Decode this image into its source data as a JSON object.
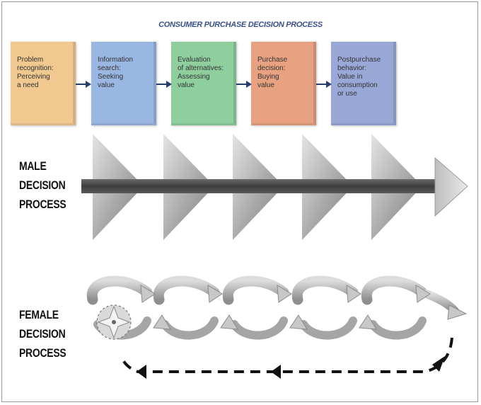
{
  "title": "CONSUMER PURCHASE DECISION PROCESS",
  "stages": [
    {
      "label": "Problem\nrecognition:\nPerceiving\na need",
      "color": "#f0c890"
    },
    {
      "label": "Information\nsearch:\nSeeking\nvalue",
      "color": "#9ab6e2"
    },
    {
      "label": "Evaluation\nof alternatives:\nAssessing\nvalue",
      "color": "#8fcf9e"
    },
    {
      "label": "Purchase\ndecision:\nBuying\nvalue",
      "color": "#e8a282"
    },
    {
      "label": "Postpurchase\nbehavior:\nValue in\nconsumption\nor use",
      "color": "#9aa8d8"
    }
  ],
  "male_label": "MALE\nDECISION\nPROCESS",
  "female_label": "FEMALE\nDECISION\nPROCESS",
  "colors": {
    "title": "#3a4f8a",
    "connector_arrow": "#2a3e6e",
    "male_bar": "#555555",
    "triangle": "#a8a8a8",
    "female_arrow": "#b5b5b5",
    "dashed_return": "#111111"
  }
}
